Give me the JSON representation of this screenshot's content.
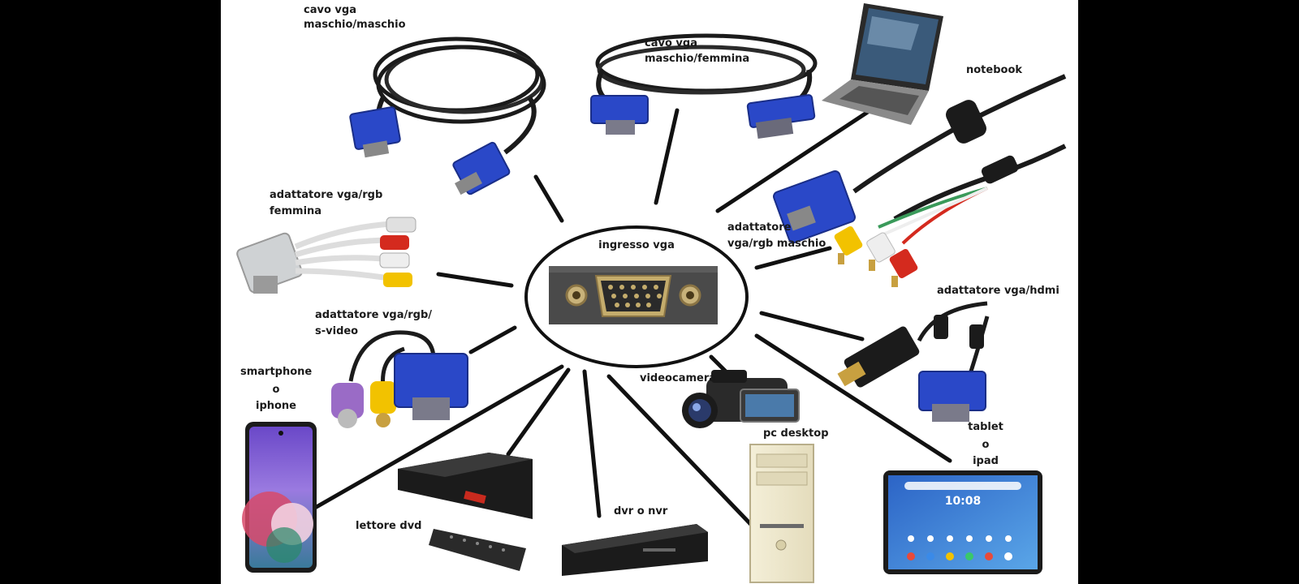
{
  "hub": {
    "label": "ingresso vga"
  },
  "devices": {
    "cavo_mm_1": "cavo vga",
    "cavo_mm_2": "maschio/maschio",
    "cavo_mf_1": "cavo vga",
    "cavo_mf_2": "maschio/femmina",
    "notebook": "notebook",
    "adattatore_rgb_f_1": "adattatore vga/rgb",
    "adattatore_rgb_f_2": "femmina",
    "adattatore_rgb_m_1": "adattatore",
    "adattatore_rgb_m_2": "vga/rgb maschio",
    "adattatore_svideo_1": "adattatore vga/rgb/",
    "adattatore_svideo_2": "s-video",
    "adattatore_hdmi": "adattatore vga/hdmi",
    "smartphone_1": "smartphone",
    "smartphone_2": "o",
    "smartphone_3": "iphone",
    "videocamera": "videocamera",
    "pc_desktop": "pc desktop",
    "tablet_1": "tablet",
    "tablet_2": "o",
    "tablet_3": "ipad",
    "lettore_dvd": "lettore dvd",
    "dvr": "dvr o nvr"
  },
  "screens": {
    "tablet_clock": "10:08"
  },
  "colors": {
    "vga_blue": "#2a48c8",
    "cable_black": "#1b1b1b",
    "rca_yellow": "#f2c200",
    "rca_red": "#d42a1e",
    "rca_white": "#eeeeee",
    "svideo_purple": "#9a6bc6"
  }
}
